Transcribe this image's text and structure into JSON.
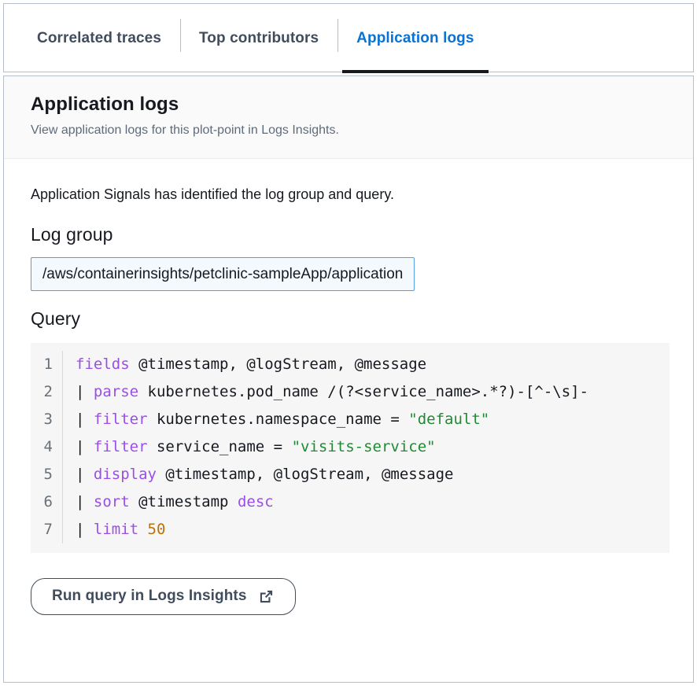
{
  "tabs": [
    {
      "label": "Correlated traces",
      "active": false
    },
    {
      "label": "Top contributors",
      "active": false
    },
    {
      "label": "Application logs",
      "active": true
    }
  ],
  "panel": {
    "title": "Application logs",
    "subtitle": "View application logs for this plot-point in Logs Insights.",
    "intro": "Application Signals has identified the log group and query.",
    "log_group_heading": "Log group",
    "log_group_value": "/aws/containerinsights/petclinic-sampleApp/application",
    "query_heading": "Query"
  },
  "query": {
    "lines": [
      {
        "number": "1",
        "tokens": [
          {
            "t": "fields ",
            "c": "kw"
          },
          {
            "t": "@timestamp, @logStream, @message",
            "c": ""
          }
        ]
      },
      {
        "number": "2",
        "tokens": [
          {
            "t": "| ",
            "c": "pipe"
          },
          {
            "t": "parse ",
            "c": "kw"
          },
          {
            "t": "kubernetes.pod_name /(?<service_name>.*?)-[^-\\s]-",
            "c": ""
          }
        ]
      },
      {
        "number": "3",
        "tokens": [
          {
            "t": "| ",
            "c": "pipe"
          },
          {
            "t": "filter ",
            "c": "kw"
          },
          {
            "t": "kubernetes.namespace_name = ",
            "c": ""
          },
          {
            "t": "\"default\"",
            "c": "str"
          }
        ]
      },
      {
        "number": "4",
        "tokens": [
          {
            "t": "| ",
            "c": "pipe"
          },
          {
            "t": "filter ",
            "c": "kw"
          },
          {
            "t": "service_name = ",
            "c": ""
          },
          {
            "t": "\"visits-service\"",
            "c": "str"
          }
        ]
      },
      {
        "number": "5",
        "tokens": [
          {
            "t": "| ",
            "c": "pipe"
          },
          {
            "t": "display ",
            "c": "kw"
          },
          {
            "t": "@timestamp, @logStream, @message",
            "c": ""
          }
        ]
      },
      {
        "number": "6",
        "tokens": [
          {
            "t": "| ",
            "c": "pipe"
          },
          {
            "t": "sort ",
            "c": "kw"
          },
          {
            "t": "@timestamp ",
            "c": ""
          },
          {
            "t": "desc",
            "c": "kw"
          }
        ]
      },
      {
        "number": "7",
        "tokens": [
          {
            "t": "| ",
            "c": "pipe"
          },
          {
            "t": "limit ",
            "c": "kw"
          },
          {
            "t": "50",
            "c": "num"
          }
        ]
      }
    ]
  },
  "actions": {
    "run_query_label": "Run query in Logs Insights",
    "run_query_icon": "external-link-icon"
  },
  "colors": {
    "accent_blue": "#0972d3",
    "active_tab_underline": "#16191f",
    "keyword_purple": "#9a4ee8",
    "string_green": "#1f8a33",
    "number_orange": "#b8730a",
    "border_gray": "#b6bec9",
    "code_bg": "#f6f6f6",
    "loggroup_border": "#539fe5",
    "loggroup_bg": "#f4f9fd"
  }
}
